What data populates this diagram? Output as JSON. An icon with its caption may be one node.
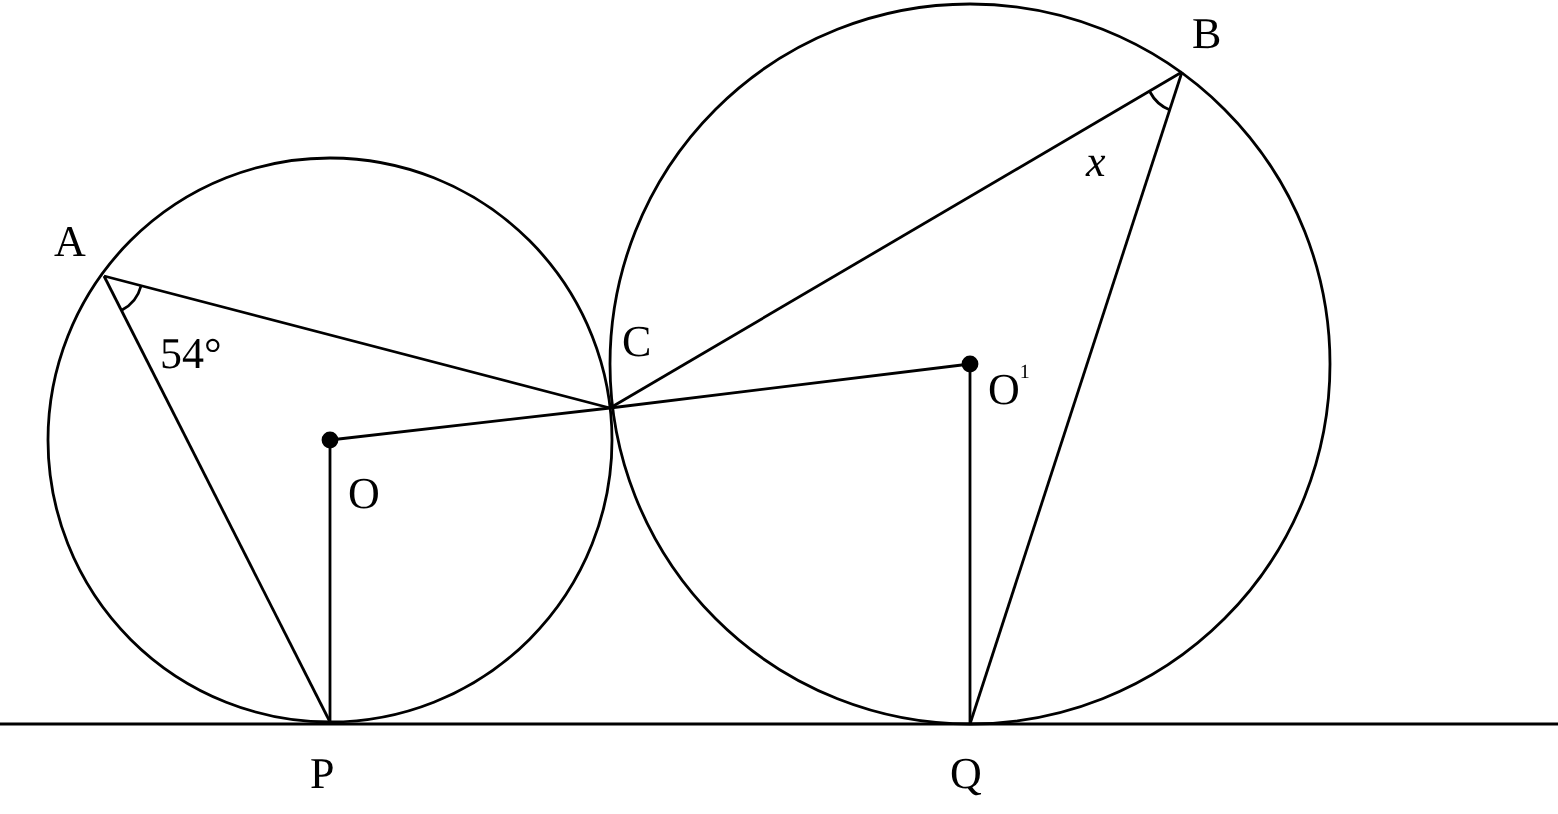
{
  "diagram": {
    "labels": [
      "B",
      "A",
      "x",
      "54°",
      "C",
      "O$^{1}$",
      "O",
      "P",
      "Q"
    ]
  }
}
